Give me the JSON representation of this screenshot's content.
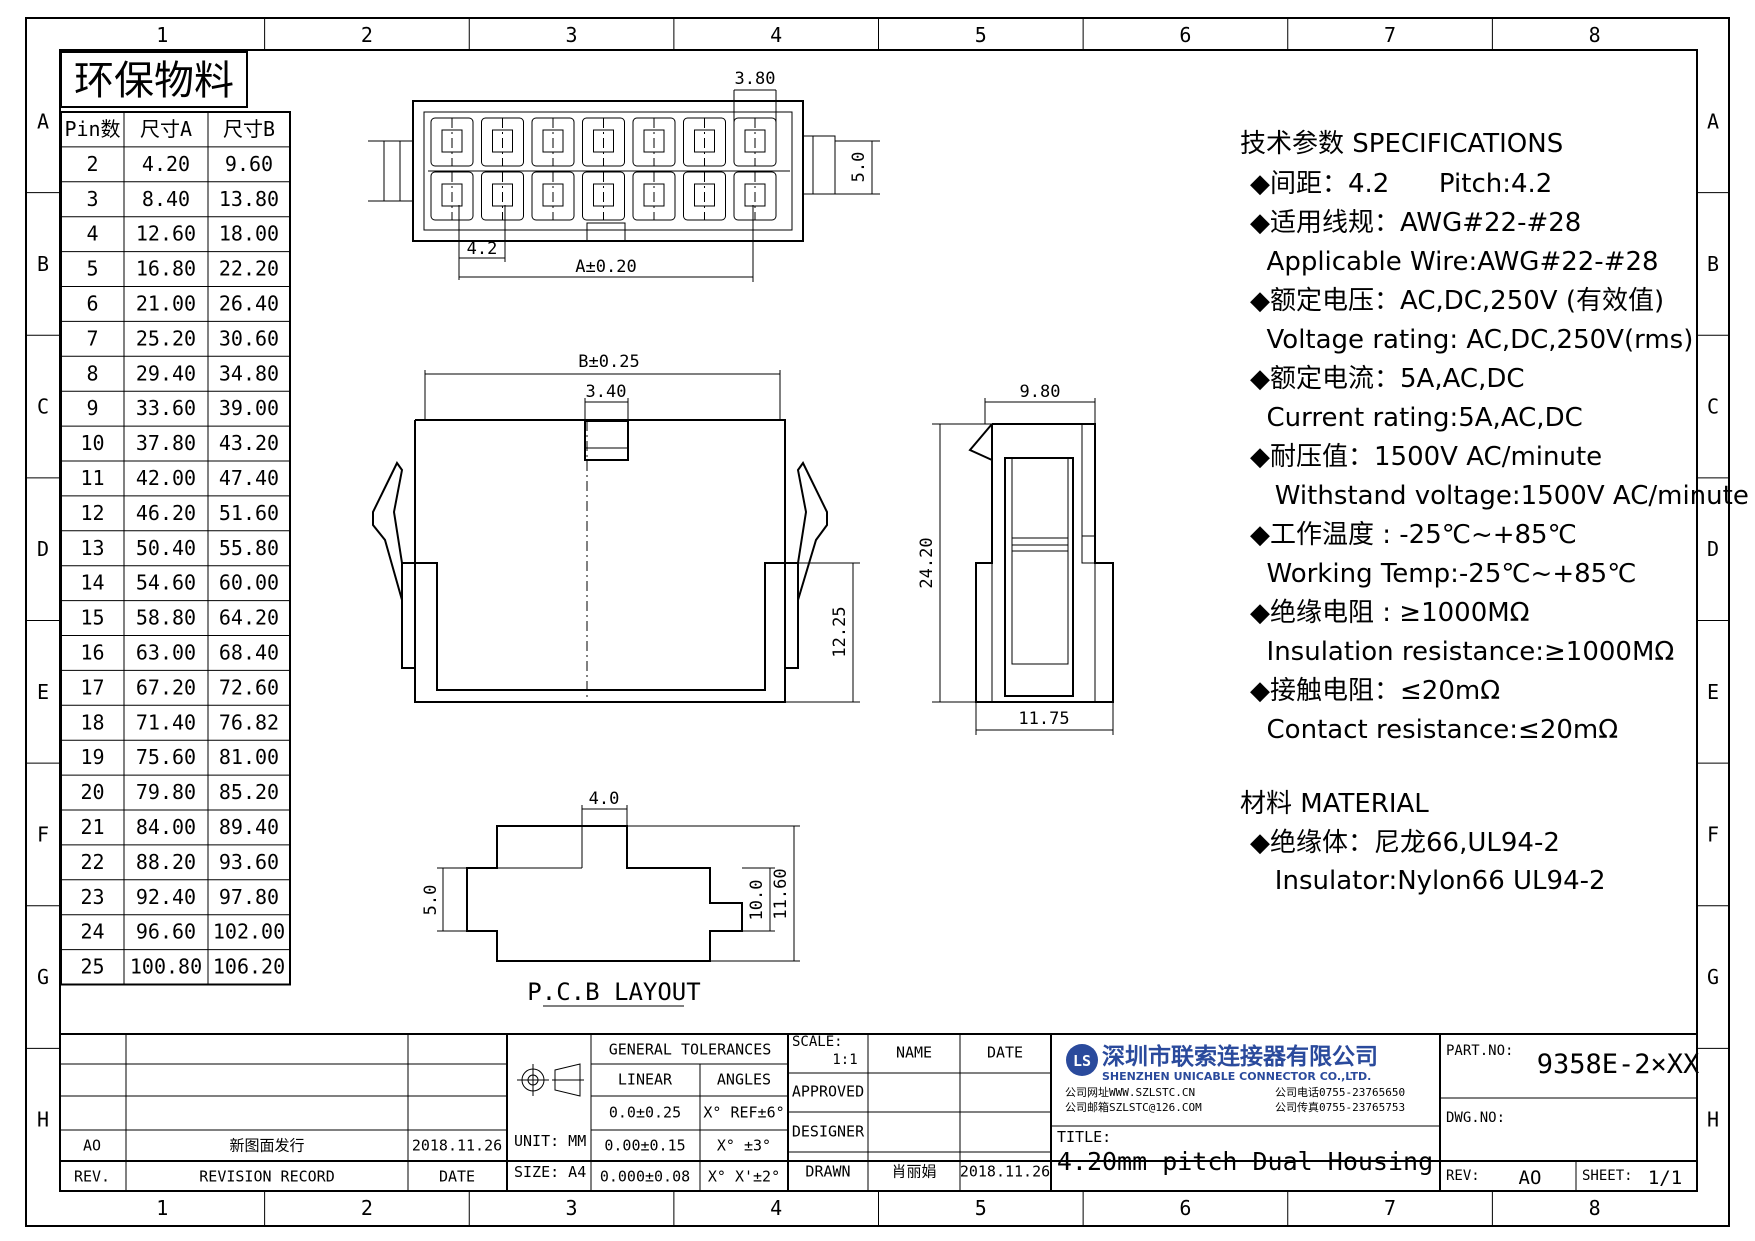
{
  "grid": {
    "columns": [
      "1",
      "2",
      "3",
      "4",
      "5",
      "6",
      "7",
      "8"
    ],
    "rows": [
      "A",
      "B",
      "C",
      "D",
      "E",
      "F",
      "G",
      "H"
    ]
  },
  "eco_label": "环保物料",
  "pin_table": {
    "headers": [
      "Pin数",
      "尺寸A",
      "尺寸B"
    ],
    "rows": [
      [
        "2",
        "4.20",
        "9.60"
      ],
      [
        "3",
        "8.40",
        "13.80"
      ],
      [
        "4",
        "12.60",
        "18.00"
      ],
      [
        "5",
        "16.80",
        "22.20"
      ],
      [
        "6",
        "21.00",
        "26.40"
      ],
      [
        "7",
        "25.20",
        "30.60"
      ],
      [
        "8",
        "29.40",
        "34.80"
      ],
      [
        "9",
        "33.60",
        "39.00"
      ],
      [
        "10",
        "37.80",
        "43.20"
      ],
      [
        "11",
        "42.00",
        "47.40"
      ],
      [
        "12",
        "46.20",
        "51.60"
      ],
      [
        "13",
        "50.40",
        "55.80"
      ],
      [
        "14",
        "54.60",
        "60.00"
      ],
      [
        "15",
        "58.80",
        "64.20"
      ],
      [
        "16",
        "63.00",
        "68.40"
      ],
      [
        "17",
        "67.20",
        "72.60"
      ],
      [
        "18",
        "71.40",
        "76.82"
      ],
      [
        "19",
        "75.60",
        "81.00"
      ],
      [
        "20",
        "79.80",
        "85.20"
      ],
      [
        "21",
        "84.00",
        "89.40"
      ],
      [
        "22",
        "88.20",
        "93.60"
      ],
      [
        "23",
        "92.40",
        "97.80"
      ],
      [
        "24",
        "96.60",
        "102.00"
      ],
      [
        "25",
        "100.80",
        "106.20"
      ]
    ]
  },
  "dimensions": {
    "top_pitch_3_80": "3.80",
    "top_height_5_0": "5.0",
    "top_pitch_4_2": "4.2",
    "top_a": "A±0.20",
    "front_b": "B±0.25",
    "front_latch": "3.40",
    "front_12_25": "12.25",
    "side_9_80": "9.80",
    "side_24_20": "24.20",
    "side_11_75": "11.75",
    "pcb_4_0": "4.0",
    "pcb_5_0": "5.0",
    "pcb_10_0": "10.0",
    "pcb_11_60": "11.60"
  },
  "pcb_label": "P.C.B LAYOUT",
  "specs": {
    "heading": "技术参数  SPECIFICATIONS",
    "lines": [
      "◆间距：4.2      Pitch:4.2",
      "◆适用线规：AWG#22-#28",
      "  Applicable Wire:AWG#22-#28",
      "◆额定电压：AC,DC,250V (有效值)",
      "  Voltage rating: AC,DC,250V(rms)",
      "◆额定电流：5A,AC,DC",
      "  Current rating:5A,AC,DC",
      "◆耐压值：1500V AC/minute",
      "   Withstand voltage:1500V AC/minute",
      "◆工作温度 : -25℃~+85℃",
      "  Working Temp:-25℃~+85℃",
      "◆绝缘电阻 : ≥1000MΩ",
      "  Insulation resistance:≥1000MΩ",
      "◆接触电阻：≤20mΩ",
      "  Contact resistance:≤20mΩ"
    ],
    "material_heading": "材料  MATERIAL",
    "material_lines": [
      "◆绝缘体：尼龙66,UL94-2",
      "   Insulator:Nylon66 UL94-2"
    ]
  },
  "title_block": {
    "rev_row": {
      "rev": "AO",
      "record": "新图面发行",
      "date": "2018.11.26"
    },
    "rev_header": {
      "rev": "REV.",
      "record": "REVISION RECORD",
      "date": "DATE"
    },
    "general_tolerances": "GENERAL TOLERANCES",
    "linear": "LINEAR",
    "angles": "ANGLES",
    "tol_rows": [
      [
        "0.0±0.25",
        "X° REF±6°"
      ],
      [
        "0.00±0.15",
        "X° ±3°"
      ],
      [
        "0.000±0.08",
        "X° X'±2°"
      ]
    ],
    "unit": "UNIT: MM",
    "size": "SIZE: A4",
    "scale_label": "SCALE:",
    "scale_value": "1:1",
    "name_label": "NAME",
    "date_label": "DATE",
    "approved": "APPROVED",
    "designer": "DESIGNER",
    "drawn": "DRAWN",
    "drawn_name": "肖丽娟",
    "drawn_date": "2018.11.26",
    "company_cn": "深圳市联索连接器有限公司",
    "company_en": "SHENZHEN UNICABLE CONNECTOR CO.,LTD.",
    "company_web": "公司网址WWW.SZLSTC.CN",
    "company_mail": "公司邮箱SZLSTC@126.COM",
    "company_tel": "公司电话0755-23765650",
    "company_fax": "公司传真0755-23765753",
    "logo_text": "LS",
    "part_no_label": "PART.NO:",
    "part_no": "9358E-2×XX",
    "dwg_no_label": "DWG.NO:",
    "title_label": "TITLE:",
    "title": "4.20mm pitch Dual Housing",
    "rev_label": "REV:",
    "rev_value": "AO",
    "sheet_label": "SHEET:",
    "sheet_value": "1/1"
  }
}
